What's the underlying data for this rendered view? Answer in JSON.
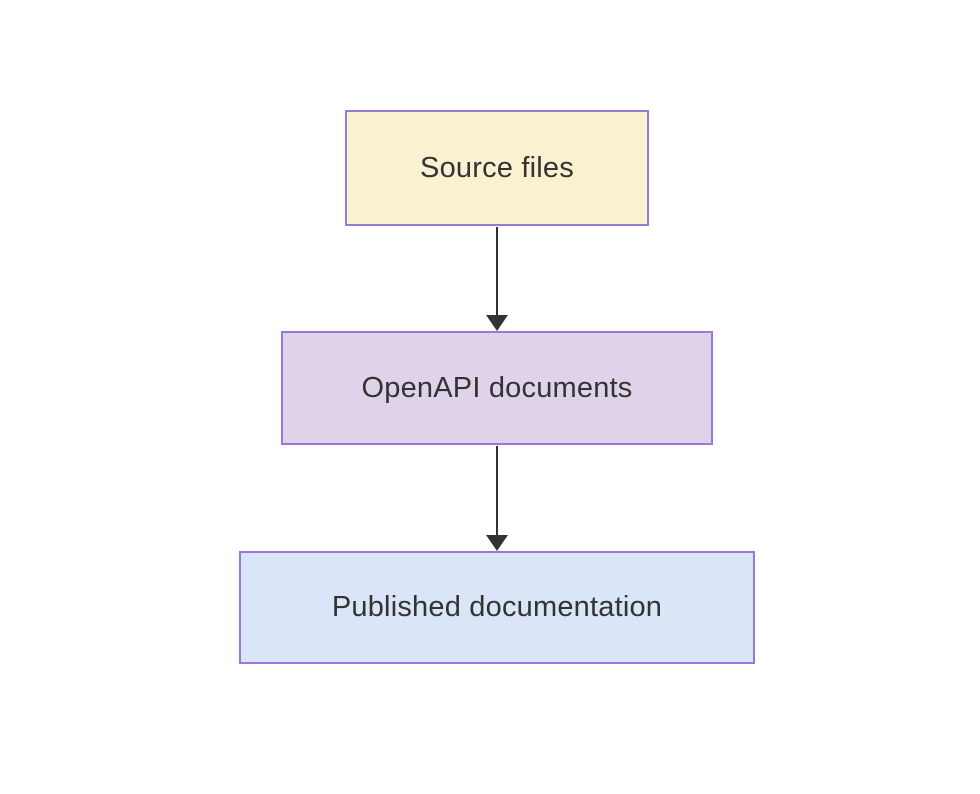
{
  "diagram": {
    "type": "flowchart-top-down",
    "theme": {
      "background": "#ffffff",
      "node_border_color": "#9977DB",
      "node_text_color": "#333333",
      "arrow_color": "#333333"
    },
    "nodes": [
      {
        "id": "source",
        "label": "Source files",
        "fill": "#FAF1D0"
      },
      {
        "id": "openapi",
        "label": "OpenAPI documents",
        "fill": "#DFD3EA"
      },
      {
        "id": "published",
        "label": "Published documentation",
        "fill": "#DAE5F8"
      }
    ],
    "edges": [
      {
        "from": "Source files",
        "to": "OpenAPI documents"
      },
      {
        "from": "OpenAPI documents",
        "to": "Published documentation"
      }
    ]
  }
}
